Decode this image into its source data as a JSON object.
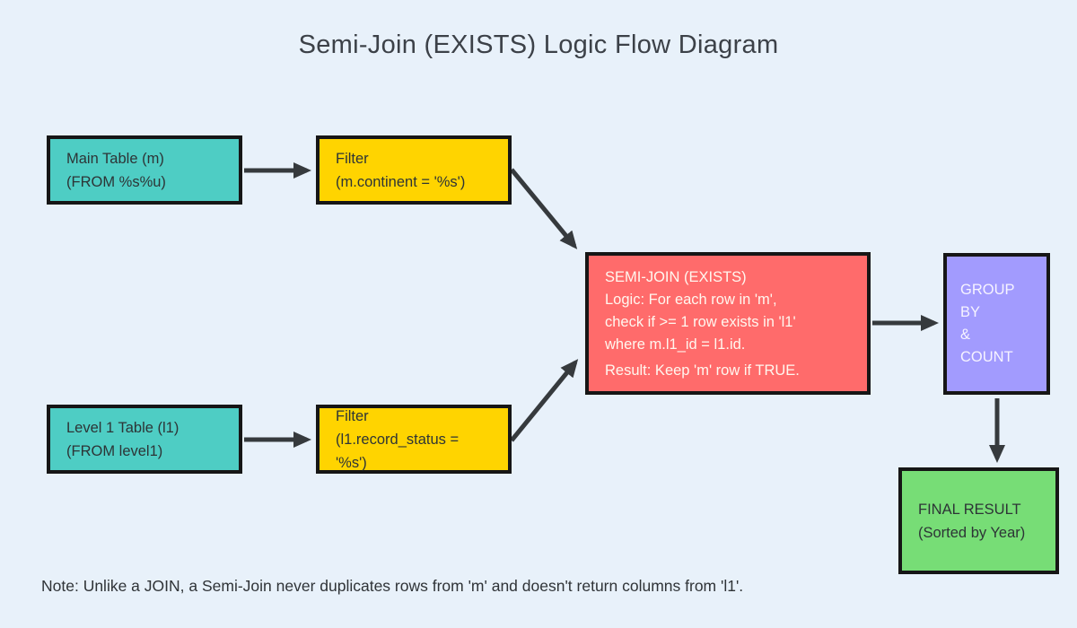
{
  "title": "Semi-Join (EXISTS) Logic Flow Diagram",
  "note": "Note: Unlike a JOIN, a Semi-Join never duplicates rows from 'm' and doesn't return columns from 'l1'.",
  "palette": {
    "background": "#e8f1fa",
    "source_table_fill": "#4ecdc4",
    "filter_fill": "#ffd400",
    "semi_join_fill": "#ff6b6b",
    "group_by_fill": "#a29bfe",
    "final_result_fill": "#77dd76",
    "box_border": "#161616",
    "arrow": "#363a3d"
  },
  "nodes": {
    "main_table": {
      "line1": "Main Table (m)",
      "line2": "(FROM %s%u)"
    },
    "filter_m": {
      "line1": "Filter",
      "line2": "(m.continent = '%s')"
    },
    "level1_table": {
      "line1": "Level 1 Table (l1)",
      "line2": "(FROM level1)"
    },
    "filter_l1": {
      "line1": "Filter",
      "line2": "(l1.record_status = '%s')"
    },
    "semi_join": {
      "line1": "SEMI-JOIN (EXISTS)",
      "line2": "Logic: For each row in 'm',",
      "line3": "check if >= 1 row exists in 'l1'",
      "line4": "where m.l1_id = l1.id.",
      "line5": "Result: Keep 'm' row if TRUE."
    },
    "group_by": {
      "line1": "GROUP BY",
      "line2": "&",
      "line3": "COUNT"
    },
    "final_result": {
      "line1": "FINAL RESULT",
      "line2": "(Sorted by Year)"
    }
  },
  "edges": [
    {
      "from": "main_table",
      "to": "filter_m"
    },
    {
      "from": "filter_m",
      "to": "semi_join"
    },
    {
      "from": "level1_table",
      "to": "filter_l1"
    },
    {
      "from": "filter_l1",
      "to": "semi_join"
    },
    {
      "from": "semi_join",
      "to": "group_by"
    },
    {
      "from": "group_by",
      "to": "final_result"
    }
  ]
}
